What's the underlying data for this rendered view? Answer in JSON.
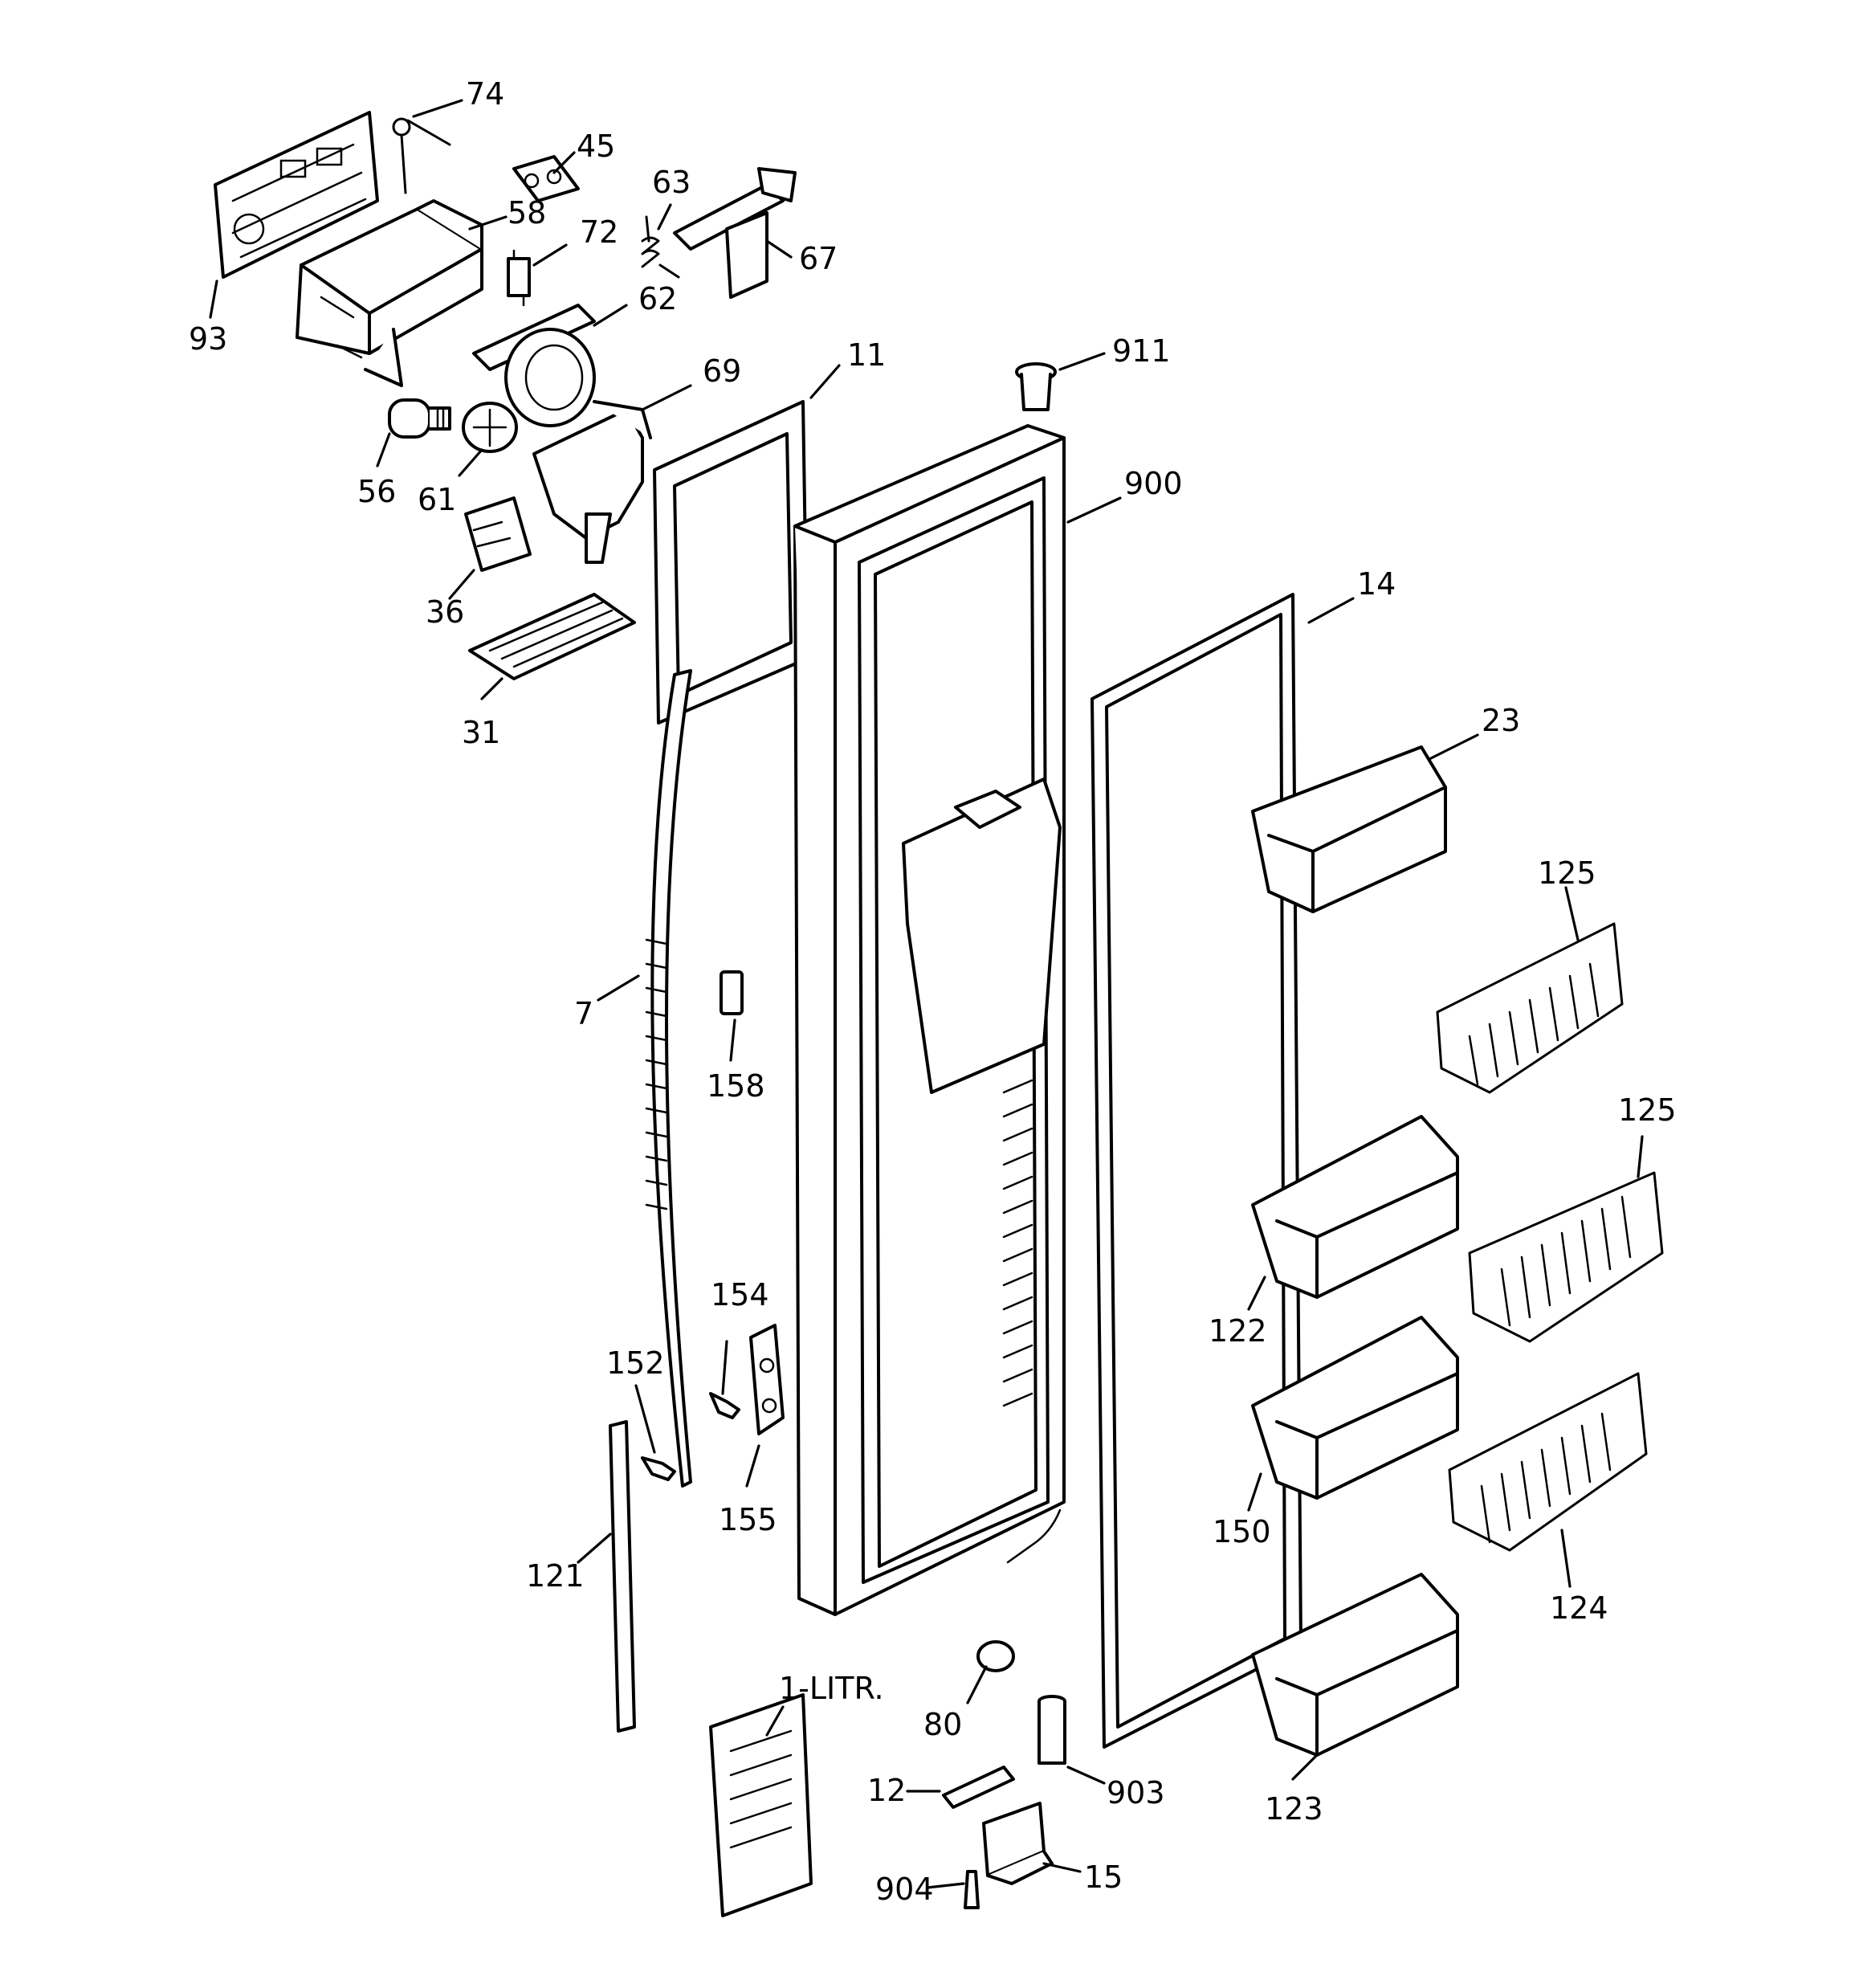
{
  "diagram": {
    "callouts": {
      "c74": "74",
      "c45": "45",
      "c63": "63",
      "c58": "58",
      "c72": "72",
      "c67": "67",
      "c93": "93",
      "c62": "62",
      "c11": "11",
      "c911": "911",
      "c69": "69",
      "c56": "56",
      "c61": "61",
      "c900": "900",
      "c36": "36",
      "c14": "14",
      "c31": "31",
      "c23": "23",
      "c125a": "125",
      "c7": "7",
      "c158": "158",
      "c125b": "125",
      "c122": "122",
      "c154": "154",
      "c152": "152",
      "c155": "155",
      "c150": "150",
      "c121": "121",
      "c124": "124",
      "c1litr": "1-LITR.",
      "c80": "80",
      "c12": "12",
      "c903": "903",
      "c123": "123",
      "c904": "904",
      "c15": "15"
    }
  }
}
